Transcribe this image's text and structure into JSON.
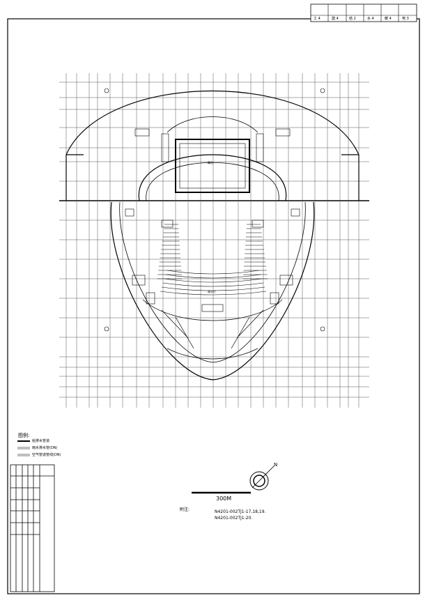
{
  "title_block": {
    "cells": [
      "工 4",
      "建 4",
      "结 2",
      "水 4",
      "暖 4",
      "电 3"
    ]
  },
  "legend": {
    "heading": "图例:",
    "items": [
      {
        "symbol": "solid",
        "text": "给排水管道"
      },
      {
        "symbol": "double",
        "text": "雨水排水管(DN)"
      },
      {
        "symbol": "double",
        "text": "空气管道管线(DN)"
      }
    ]
  },
  "scale_bar": {
    "label": "300M"
  },
  "notes": {
    "label": "附注:",
    "lines": [
      "N4201-002TJ1-17,18,19.",
      "N4201-002TJ1-20."
    ]
  },
  "north_arrow": {
    "label": "N"
  },
  "stage_label": "舞台",
  "seating_label": "观众厅"
}
